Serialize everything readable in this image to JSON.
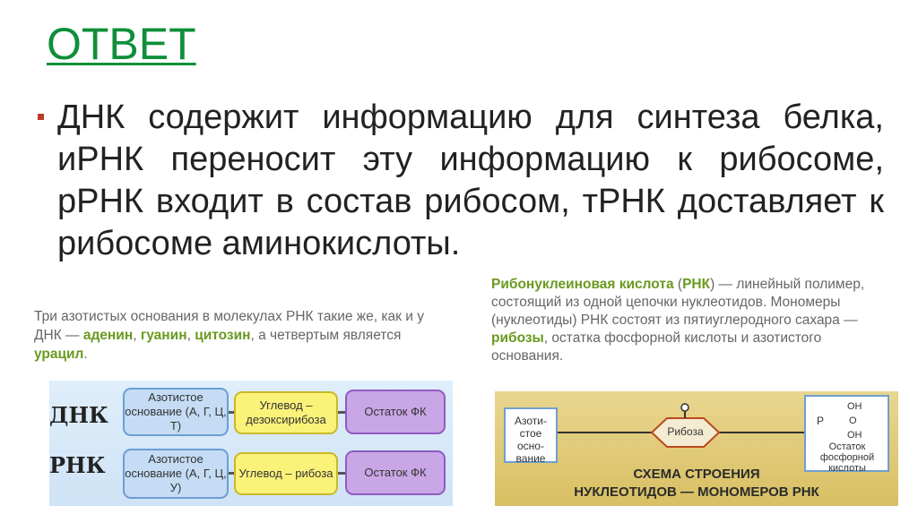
{
  "slide": {
    "title": "ОТВЕТ",
    "main_text": "ДНК содержит информацию для синтеза белка, иРНК переносит эту информацию к рибосоме, рРНК входит в состав рибосом, тРНК доставляет к рибосоме аминокислоты.",
    "left_note": {
      "t1": "Три азотистых основания в молекулах РНК такие же, как и у ДНК — ",
      "g1": "аденин",
      "t2": ", ",
      "g2": "гуанин",
      "t3": ", ",
      "g3": "цитозин",
      "t4": ", а четвертым является ",
      "g4": "урацил",
      "t5": "."
    },
    "right_note": {
      "g1": "Рибонуклеиновая кислота",
      "t1": " (",
      "g2": "РНК",
      "t2": ") — линейный полимер, состоящий из одной цепочки нуклеотидов. Мономеры (нуклеотиды) РНК состоят из пятиуглеродного сахара — ",
      "g3": "рибозы",
      "t3": ", остатка фосфорной кислоты и азотистого основания."
    }
  },
  "diagram_left": {
    "row1_label": "ДНК",
    "row2_label": "РНК",
    "r1_base": "Азотистое основание (А, Г, Ц, Т)",
    "r1_sugar": "Углевод – дезоксирибоза",
    "r1_ph": "Остаток ФК",
    "r2_base": "Азотистое основание (А, Г, Ц, У)",
    "r2_sugar": "Углевод – рибоза",
    "r2_ph": "Остаток ФК"
  },
  "diagram_right": {
    "base": "Азоти-стое осно-вание",
    "sugar": "Рибоза",
    "o_top": "O",
    "ph_formula": "P",
    "oh1": "OH",
    "o_mid": "O",
    "oh2": "OH",
    "ph_label": "Остаток фосфорной кислоты",
    "caption1": "СХЕМА СТРОЕНИЯ",
    "caption2": "НУКЛЕОТИДОВ — МОНОМЕРОВ РНК"
  }
}
